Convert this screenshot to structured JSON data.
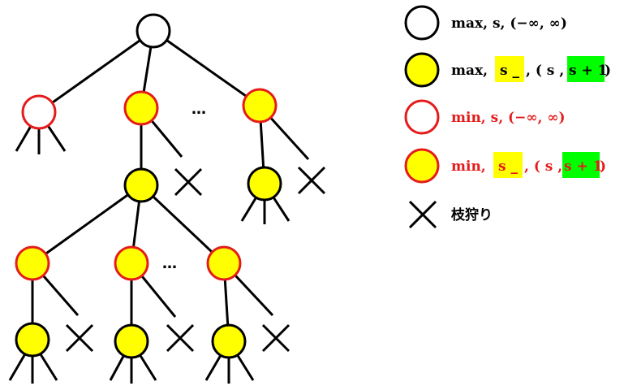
{
  "colors": {
    "max_border": "#000000",
    "min_border": "#e51b1b",
    "fill_open": "#ffffff",
    "fill_yellow": "#ffff00",
    "highlight_green": "#00ff00",
    "line": "#000000",
    "min_text": "#e51b1b"
  },
  "icons": {
    "prune": "cross-mark-icon",
    "ellipsis": "ellipsis"
  },
  "tree": {
    "ellipsis": "…"
  },
  "legend": {
    "row1": {
      "text": "max, s, (−∞, ∞)"
    },
    "row2": {
      "prefix": "max,",
      "yellow": "s _",
      "middle": ", ( s ,",
      "green": "s + 1",
      "suffix": ")"
    },
    "row3": {
      "text": "min, s, (−∞, ∞)"
    },
    "row4": {
      "prefix": "min,",
      "yellow": "s _",
      "middle": ", ( s ,",
      "green": "s + 1",
      "suffix": ")"
    },
    "row5": {
      "text": "枝狩り"
    }
  }
}
